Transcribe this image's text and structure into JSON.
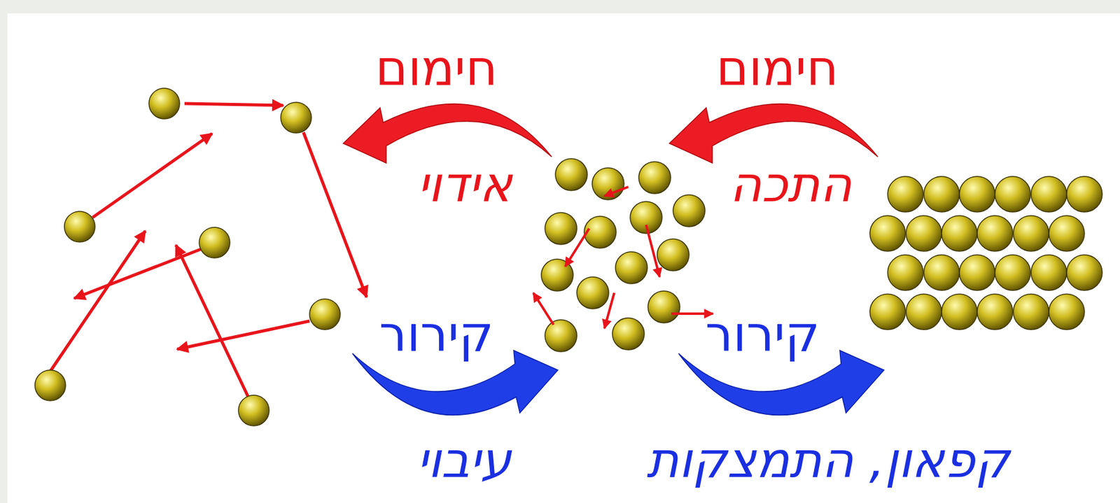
{
  "diagram": {
    "labels": [
      "חימום",
      "אידוי",
      "חימום",
      "התכה",
      "קירור",
      "עיבוי",
      "קירור",
      "קפאון, התמצקות"
    ]
  }
}
